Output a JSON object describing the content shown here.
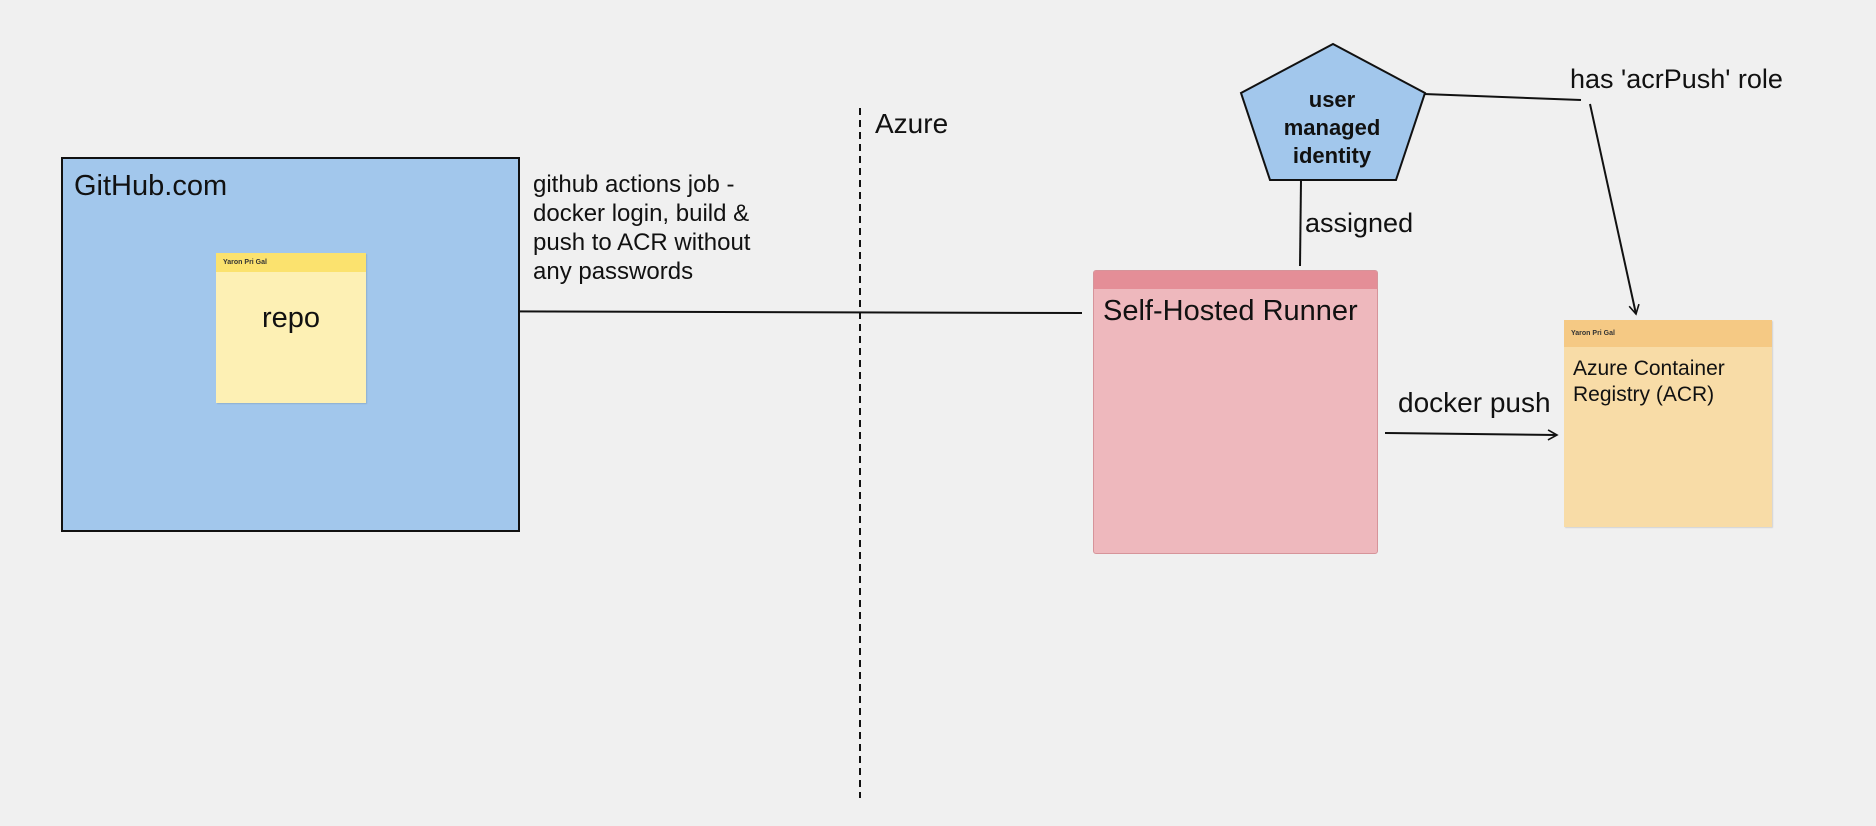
{
  "diagram": {
    "github": {
      "title": "GitHub.com"
    },
    "repo_note": {
      "author": "Yaron Pri Gal",
      "label": "repo"
    },
    "job_text": "github actions job - docker login, build & push to ACR without any passwords",
    "azure_label": "Azure",
    "identity": {
      "label": "user managed identity"
    },
    "assigned_label": "assigned",
    "runner": {
      "label": "Self-Hosted Runner"
    },
    "docker_push_label": "docker push",
    "role_label": "has 'acrPush' role",
    "acr_note": {
      "author": "Yaron Pri Gal",
      "label": "Azure Container Registry (ACR)"
    },
    "colors": {
      "background": "#f0f0f0",
      "github_fill": "#a2c7ec",
      "repo_note_fill": "#fdf0b4",
      "runner_fill": "#eeb8bd",
      "identity_fill": "#a2c7ec",
      "acr_note_fill": "#f8dca7"
    }
  }
}
